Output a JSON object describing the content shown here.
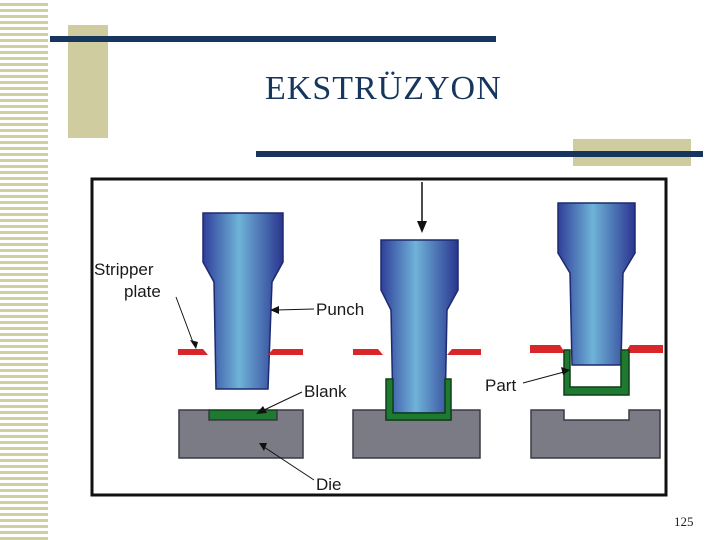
{
  "slide": {
    "title": "EKSTRÜZYON",
    "page_number": "125"
  },
  "diagram": {
    "labels": {
      "stripper_line1": "Stripper",
      "stripper_line2": "plate",
      "punch": "Punch",
      "blank": "Blank",
      "part": "Part",
      "die": "Die"
    },
    "colors": {
      "punch": "#3a5fae",
      "stripper": "#d8262a",
      "blank": "#1e7a30",
      "die": "#7b7b86",
      "frame": "#111111",
      "title_rule": "#17365d",
      "accent": "#cfcda0"
    }
  }
}
